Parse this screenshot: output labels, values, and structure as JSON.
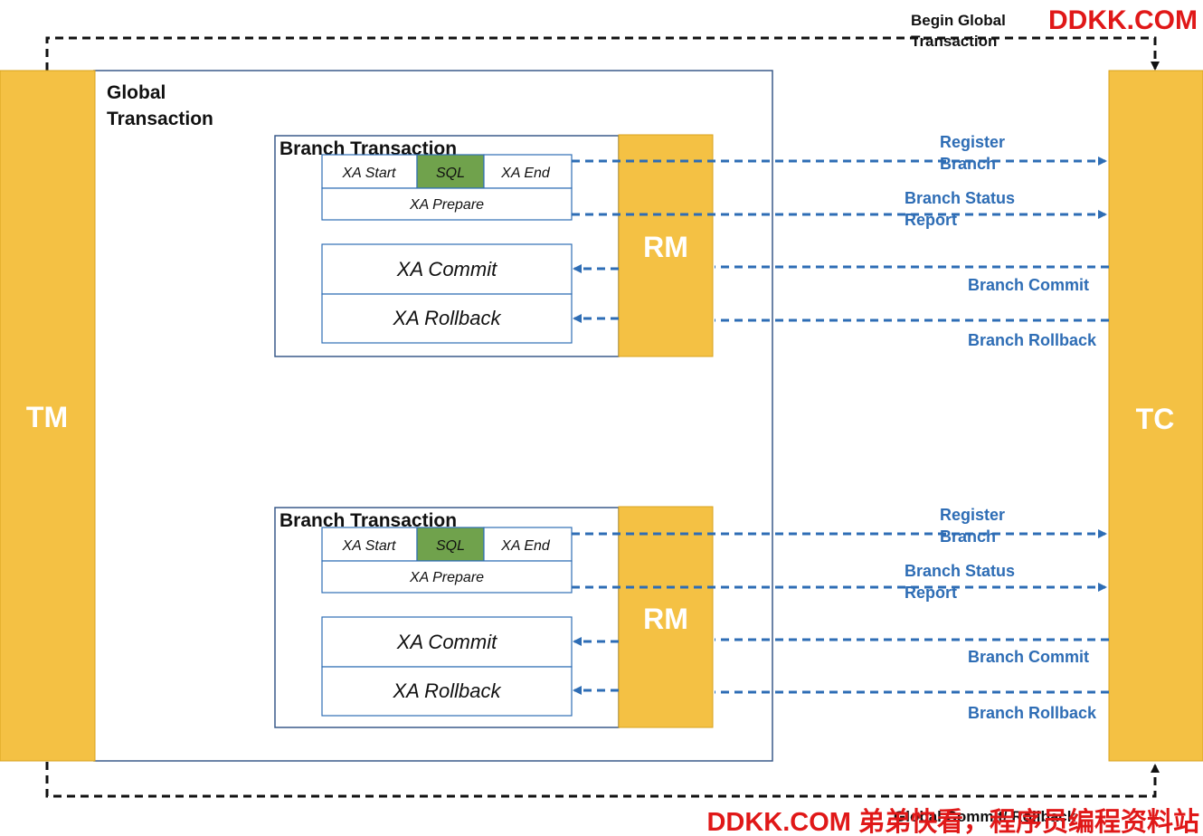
{
  "nodes": {
    "tm": "TM",
    "tc": "TC",
    "rm": "RM"
  },
  "global_transaction": {
    "label_line1": "Global",
    "label_line2": "Transaction"
  },
  "branch": {
    "title": "Branch Transaction",
    "xa_start": "XA Start",
    "sql": "SQL",
    "xa_end": "XA End",
    "xa_prepare": "XA Prepare",
    "xa_commit": "XA Commit",
    "xa_rollback": "XA Rollback"
  },
  "messages": {
    "register_line1": "Register",
    "register_line2": "Branch",
    "status_line1": "Branch Status",
    "status_line2": "Report",
    "branch_commit": "Branch Commit",
    "branch_rollback": "Branch Rollback"
  },
  "global_flow": {
    "begin_line1": "Begin Global",
    "begin_line2": "Transaction",
    "end_label": "Global Commit/ Rollback"
  },
  "watermark": {
    "top": "DDKK.COM",
    "bottom": "DDKK.COM 弟弟快看，程序员编程资料站"
  },
  "colors": {
    "node_fill": "#f4c144",
    "node_stroke": "#d9a21b",
    "sql_fill": "#70a24c",
    "box_stroke": "#3a5a8a",
    "arrow_blue": "#2e6db5",
    "watermark": "#e01818"
  }
}
